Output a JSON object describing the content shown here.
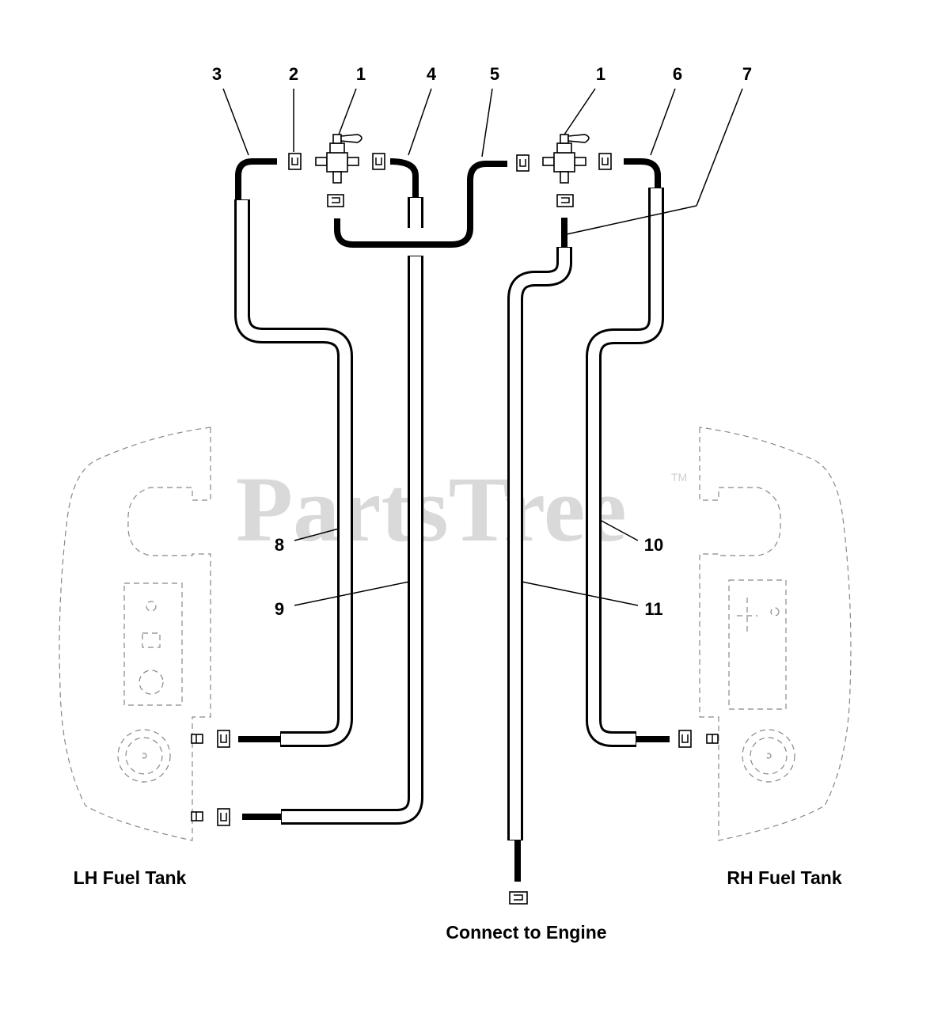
{
  "watermark": {
    "brand": "PartsTree",
    "trademark": "TM"
  },
  "callouts": {
    "c1a": "1",
    "c1b": "1",
    "c2": "2",
    "c3": "3",
    "c4": "4",
    "c5": "5",
    "c6": "6",
    "c7": "7",
    "c8": "8",
    "c9": "9",
    "c10": "10",
    "c11": "11"
  },
  "labels": {
    "lh_tank": "LH Fuel Tank",
    "rh_tank": "RH Fuel Tank",
    "engine": "Connect to Engine"
  },
  "colors": {
    "line": "#000000",
    "watermark": "#d9d9d9",
    "tank_outline": "#888888"
  }
}
